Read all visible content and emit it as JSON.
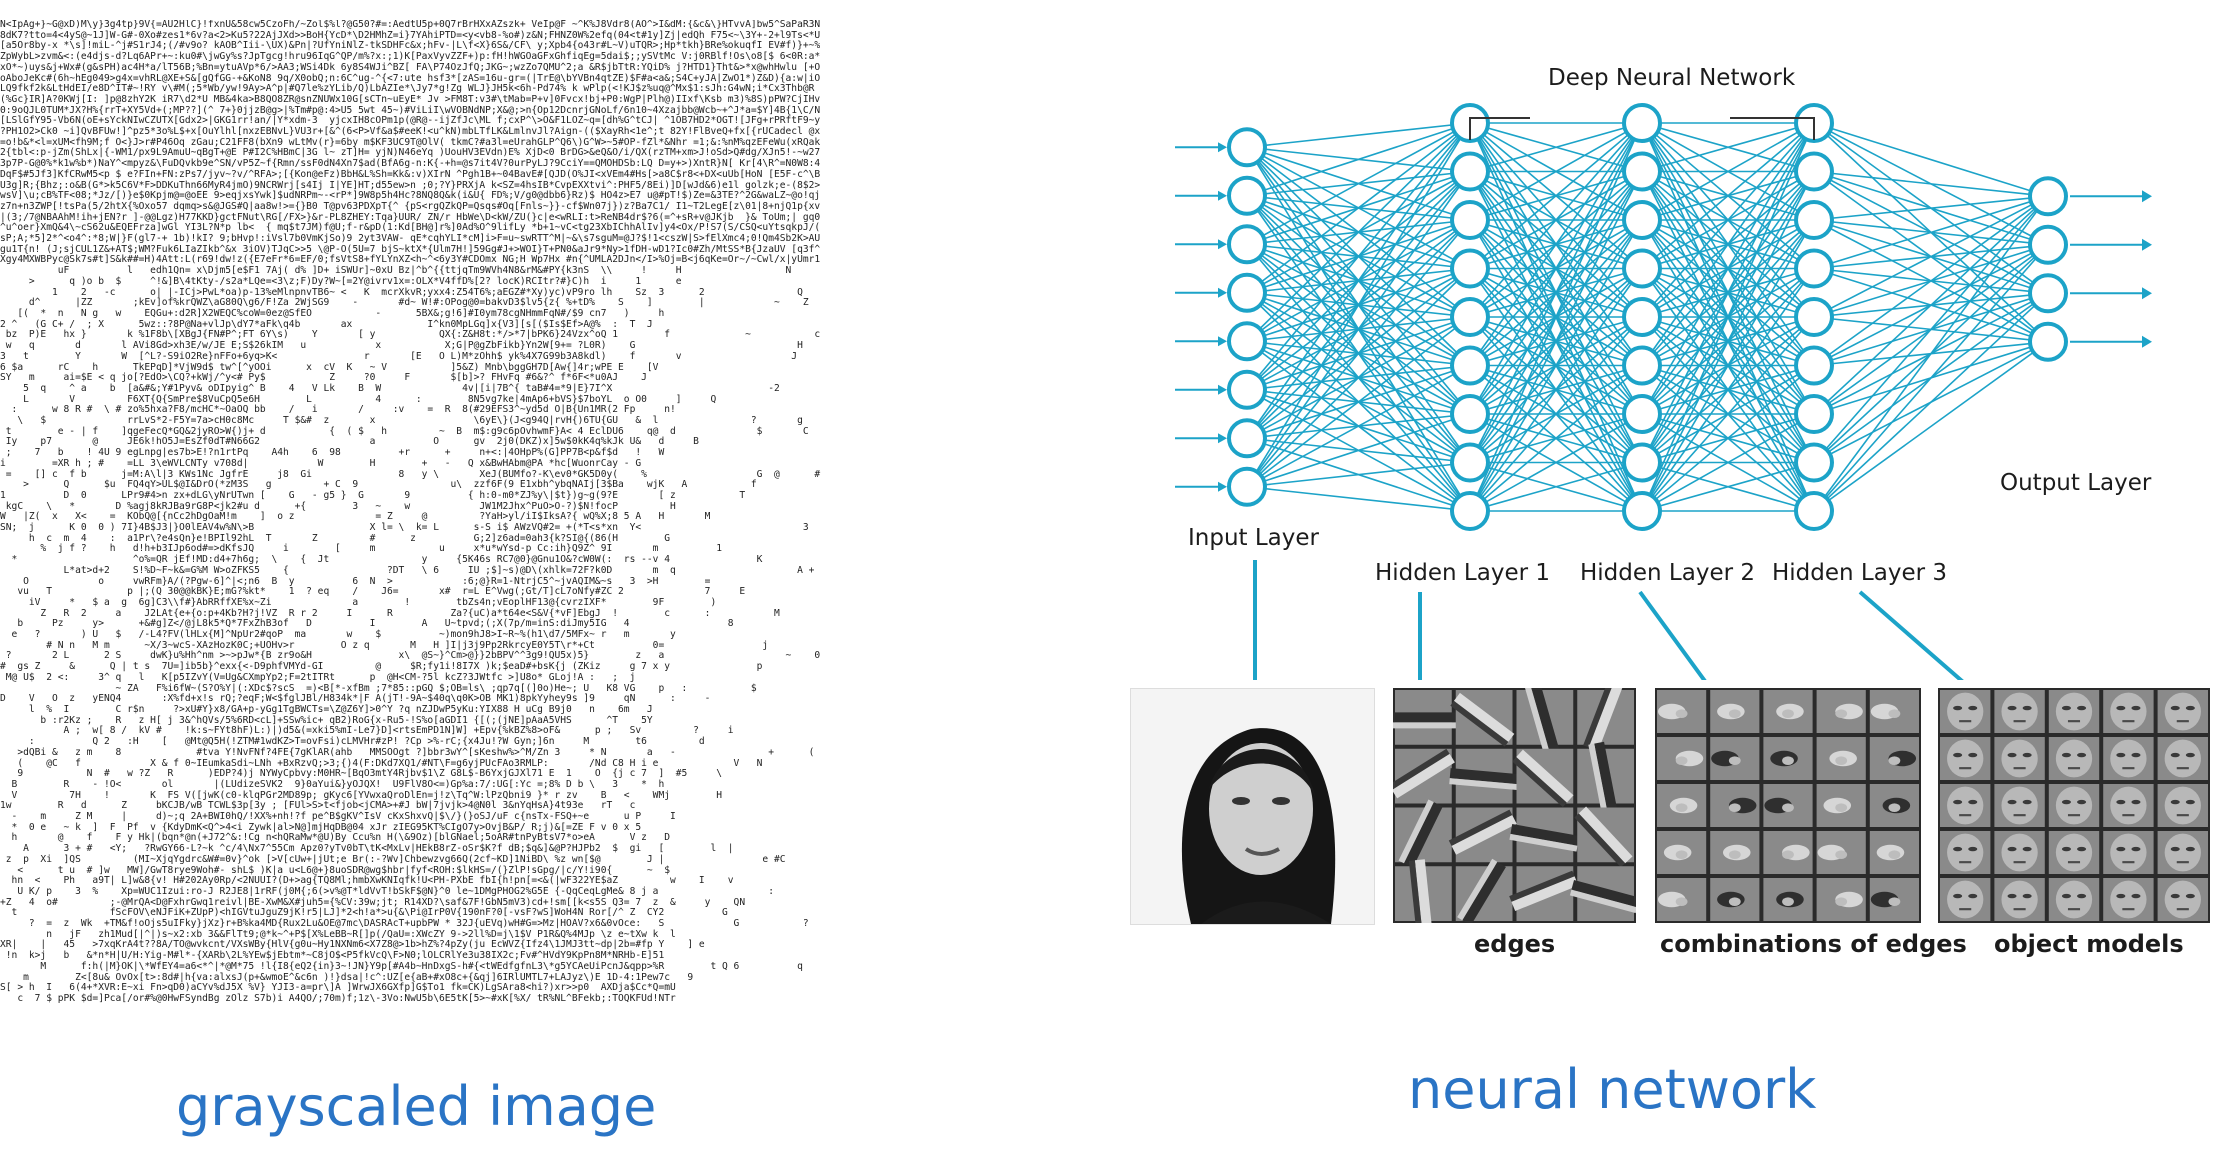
{
  "diagram": {
    "title": "Deep Neural Network",
    "layers": [
      {
        "label": "Input Layer",
        "nodes": 8
      },
      {
        "label": "Hidden Layer 1",
        "nodes": 9
      },
      {
        "label": "Hidden Layer 2",
        "nodes": 9
      },
      {
        "label": "Hidden Layer 3",
        "nodes": 9
      },
      {
        "label": "Output Layer",
        "nodes": 4
      }
    ],
    "feature_captions": [
      "edges",
      "combinations of edges",
      "object models"
    ]
  },
  "captions": {
    "left": "grayscaled image",
    "right": "neural network"
  },
  "colors": {
    "caption": "#2a74c5",
    "network": "#1ca3c8"
  }
}
